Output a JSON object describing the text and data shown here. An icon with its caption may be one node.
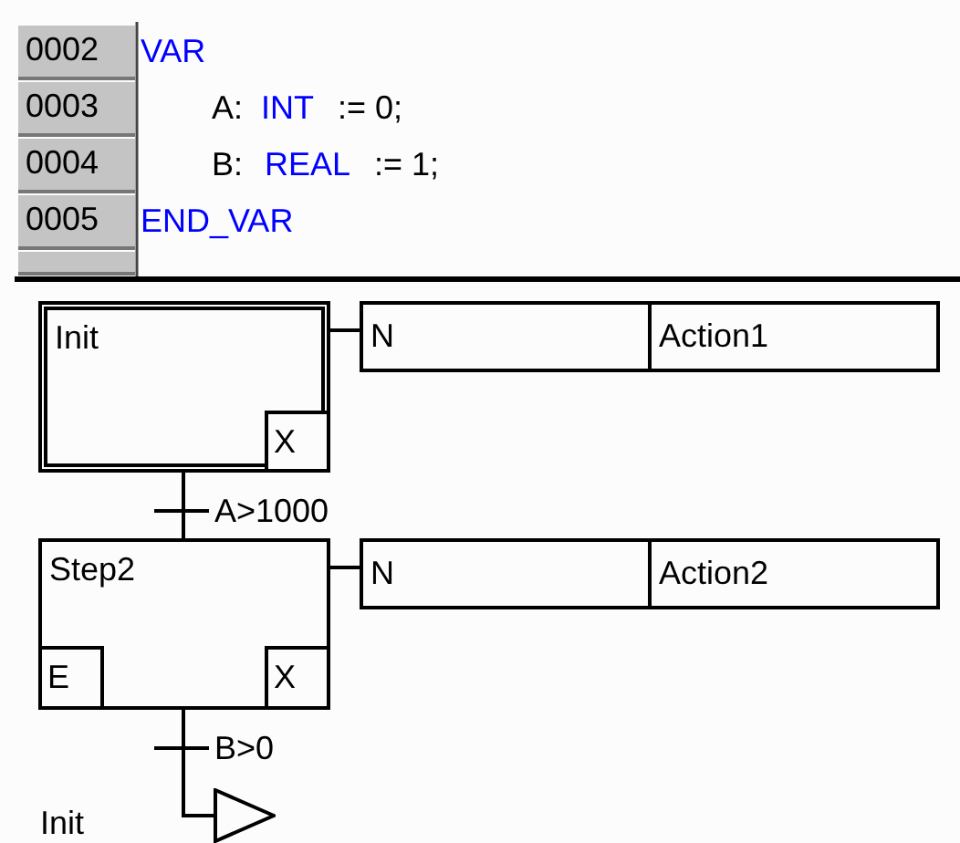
{
  "diagram": {
    "nodes": [
      {
        "text": [
          "Init"
        ]
      },
      {
        "text": [
          "X"
        ],
        "in": 0
      },
      {
        "text": [
          "N"
        ]
      },
      {
        "text": [
          "Action1"
        ]
      },
      {
        "text": [
          "Step2"
        ]
      },
      {
        "text": [
          "E"
        ],
        "in": 4
      },
      {
        "text": [
          "X"
        ],
        "in": 4
      },
      {
        "text": [
          "N"
        ]
      },
      {
        "text": [
          "Action2"
        ]
      },
      {
        "text": [],
        "shape": "triangle",
        "beside": [
          "Init"
        ]
      }
    ],
    "edges": [
      {
        "from": 0,
        "to": 2,
        "arrow": "none"
      },
      {
        "from": 0,
        "to": 4,
        "arrow": "none",
        "label": "A>1000"
      },
      {
        "from": 4,
        "to": 7,
        "arrow": "none"
      },
      {
        "from": 4,
        "to": 9,
        "arrow": "none",
        "label": "B>0"
      }
    ],
    "labels": [
      "0002",
      "VAR",
      "0003",
      "A:",
      "INT",
      ":= 0;",
      "0004",
      "B:",
      "REAL",
      ":= 1;",
      "0005",
      "END_VAR"
    ]
  }
}
